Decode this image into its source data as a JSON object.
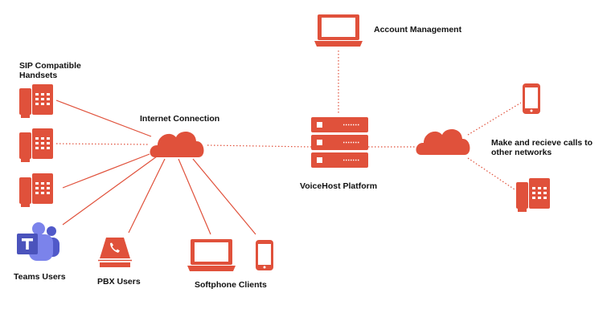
{
  "colors": {
    "accent": "#e0513b",
    "line": "#e0513b",
    "text": "#111111"
  },
  "labels": {
    "sip_handsets": "SIP Compatible Handsets",
    "internet_connection": "Internet Connection",
    "account_management": "Account Management",
    "voicehost_platform": "VoiceHost Platform",
    "external_calls": "Make and recieve calls to other networks",
    "teams_users": "Teams Users",
    "pbx_users": "PBX Users",
    "softphone_clients": "Softphone Clients"
  },
  "icons": [
    "desk-phone-icon",
    "cloud-icon",
    "laptop-icon",
    "server-icon",
    "mobile-phone-icon",
    "teams-logo-icon",
    "pbx-icon"
  ]
}
